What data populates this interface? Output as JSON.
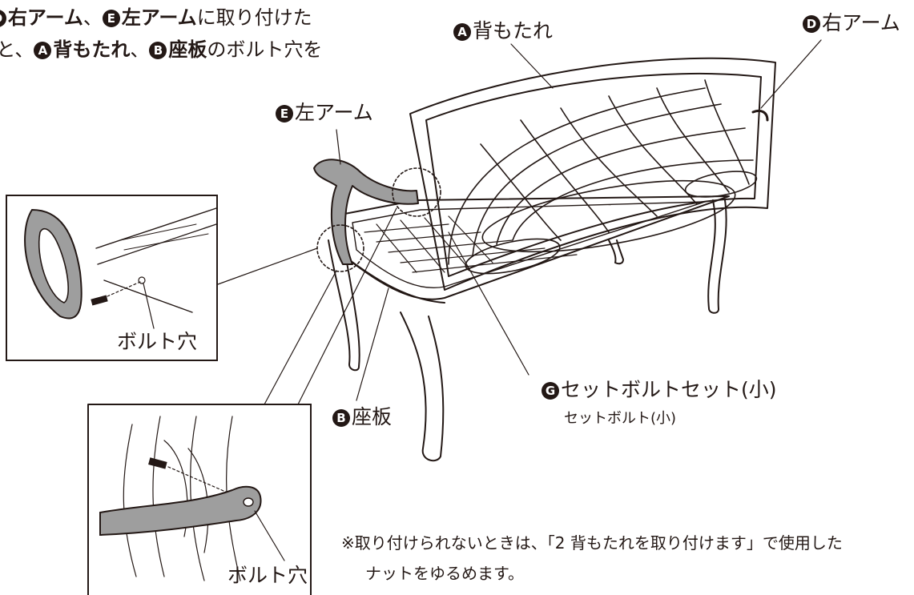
{
  "instruction": {
    "line1_markers": [
      "D",
      "E"
    ],
    "line1_bold1": "右アーム",
    "line1_sep": "、",
    "line1_bold2": "左アーム",
    "line1_rest": "に取り付けた",
    "line2_start": ")と、",
    "line2_markers": [
      "A",
      "B"
    ],
    "line2_bold1": "背もたれ",
    "line2_sep": "、",
    "line2_bold2": "座板",
    "line2_rest": "のボルト穴を"
  },
  "labels": {
    "backrest": {
      "marker": "A",
      "text": "背もたれ"
    },
    "right_arm": {
      "marker": "D",
      "text": "右アーム"
    },
    "left_arm": {
      "marker": "E",
      "text": "左アーム"
    },
    "seat": {
      "marker": "B",
      "text": "座板"
    },
    "bolt_set": {
      "marker": "G",
      "text": "セットボルトセット(小)"
    },
    "bolt_sub": "セットボルト(小)"
  },
  "callouts": {
    "left_detail_label": "ボルト穴",
    "bottom_detail_label": "ボルト穴"
  },
  "note": {
    "line1": "※取り付けられないときは、「2 背もたれを取り付けます」で使用した",
    "line2": "ナットをゆるめます。"
  },
  "colors": {
    "ink": "#231815",
    "part_fill": "#9e9e9e",
    "paper": "#ffffff"
  }
}
